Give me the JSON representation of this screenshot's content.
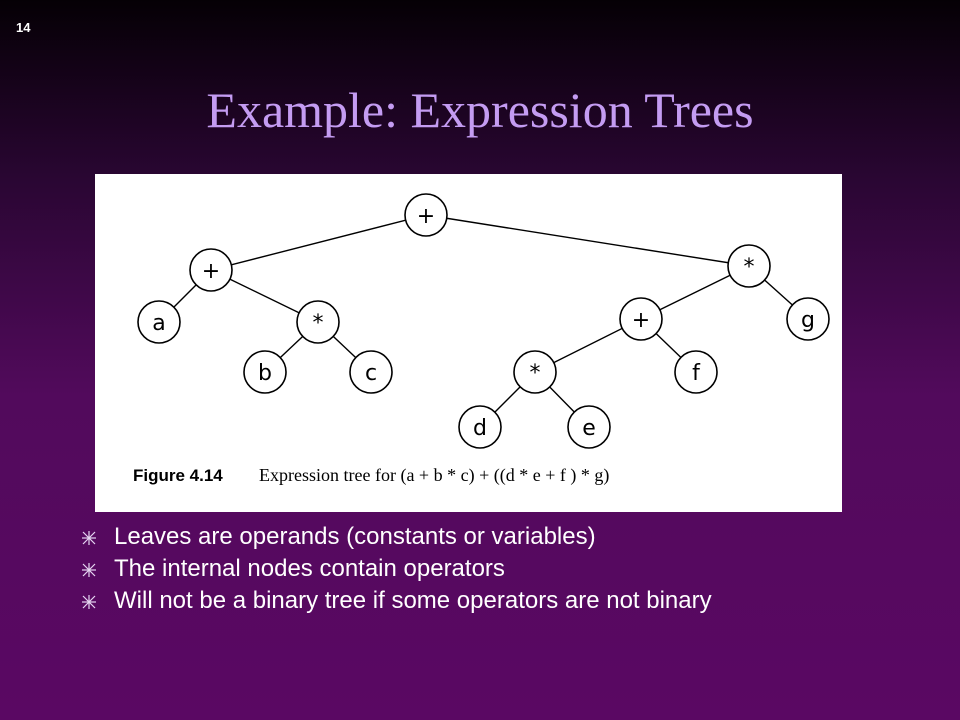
{
  "slide": {
    "number": "14",
    "title": "Example: Expression Trees"
  },
  "figure": {
    "caption_label": "Figure 4.14",
    "caption_text": "Expression tree for (a + b * c) + ((d * e + f ) * g)",
    "nodes": {
      "root": "+",
      "left_plus": "+",
      "right_times": "*",
      "a": "a",
      "mid_times": "*",
      "b": "b",
      "c": "c",
      "right_plus": "+",
      "g": "g",
      "low_times": "*",
      "f": "f",
      "d": "d",
      "e": "e"
    }
  },
  "bullets": [
    "Leaves are operands (constants or variables)",
    "The internal nodes contain operators",
    "Will not be a binary tree if some operators are not binary"
  ],
  "colors": {
    "title": "#c49cf2",
    "text": "#ffffff",
    "background_bottom": "#5a0863"
  }
}
